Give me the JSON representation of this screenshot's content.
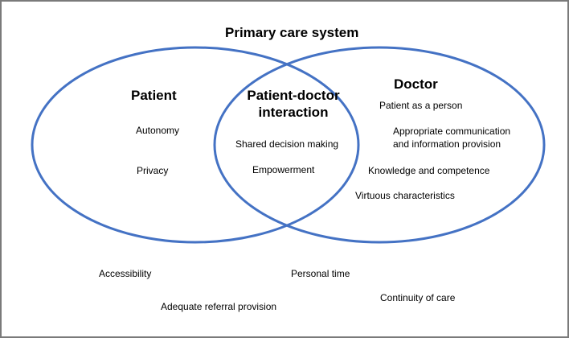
{
  "title": "Primary care system",
  "patient": {
    "heading": "Patient",
    "items": [
      "Autonomy",
      "Privacy"
    ]
  },
  "interaction": {
    "heading_line1": "Patient-doctor",
    "heading_line2": "interaction",
    "items": [
      "Shared decision making",
      "Empowerment"
    ]
  },
  "doctor": {
    "heading": "Doctor",
    "items": [
      "Patient as a person",
      "Appropriate communication",
      "and information provision",
      "Knowledge and competence",
      "Virtuous characteristics"
    ]
  },
  "system_items": [
    "Accessibility",
    "Personal time",
    "Adequate referral provision",
    "Continuity of care"
  ],
  "colors": {
    "circle_stroke": "#4472c4",
    "frame_border": "#7a7a7a",
    "text": "#000000"
  }
}
